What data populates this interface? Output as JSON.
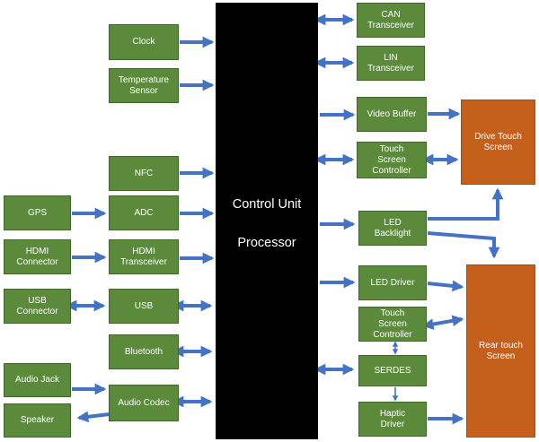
{
  "processor": {
    "line1": "Control Unit",
    "line2": "Processor"
  },
  "left_blocks": {
    "clock": "Clock",
    "temperature_sensor": "Temperature\nSensor",
    "nfc": "NFC",
    "adc": "ADC",
    "hdmi_transceiver": "HDMI\nTransceiver",
    "usb": "USB",
    "bluetooth": "Bluetooth",
    "audio_codec": "Audio Codec"
  },
  "far_left_blocks": {
    "gps": "GPS",
    "hdmi_connector": "HDMI\nConnector",
    "usb_connector": "USB\nConnector",
    "audio_jack": "Audio Jack",
    "speaker": "Speaker"
  },
  "right_blocks": {
    "can_transceiver": "CAN\nTransceiver",
    "lin_transceiver": "LIN\nTransceiver",
    "video_buffer": "Video Buffer",
    "touch_controller_1": "Touch\nScreen\nController",
    "led_backlight": "LED\nBacklight",
    "led_driver": "LED Driver",
    "touch_controller_2": "Touch\nScreen\nController",
    "serdes": "SERDES",
    "haptic_driver": "Haptic\nDriver"
  },
  "screens": {
    "drive_touch_screen": "Drive Touch\nScreen",
    "rear_touch_screen": "Rear touch\nScreen"
  },
  "colors": {
    "block_green": "#5b8a3a",
    "screen_orange": "#c5601c",
    "arrow_blue": "#4472c4",
    "processor_black": "#000000"
  }
}
